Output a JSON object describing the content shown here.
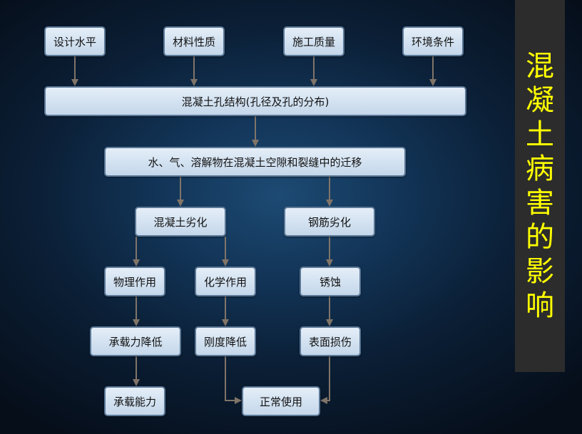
{
  "title_chars": [
    "混",
    "凝",
    "土",
    "病",
    "害",
    "的",
    "影",
    "响"
  ],
  "nodes": {
    "design": "设计水平",
    "material": "材料性质",
    "construction": "施工质量",
    "environment": "环境条件",
    "pore_structure": "混凝土孔结构(孔径及孔的分布)",
    "migration": "水、气、溶解物在混凝土空隙和裂缝中的迁移",
    "concrete_deterioration": "混凝土劣化",
    "rebar_deterioration": "钢筋劣化",
    "physical_action": "物理作用",
    "chemical_action": "化学作用",
    "corrosion": "锈蚀",
    "bearing_reduction": "承载力降低",
    "stiffness_reduction": "刚度降低",
    "surface_damage": "表面损伤",
    "bearing_capacity": "承载能力",
    "normal_use": "正常使用"
  },
  "colors": {
    "node_fill": "#d6e4f2",
    "node_border": "#5b7897",
    "arrow": "#807468",
    "title_text": "#ffff00",
    "title_panel": "#2c2c2c"
  }
}
